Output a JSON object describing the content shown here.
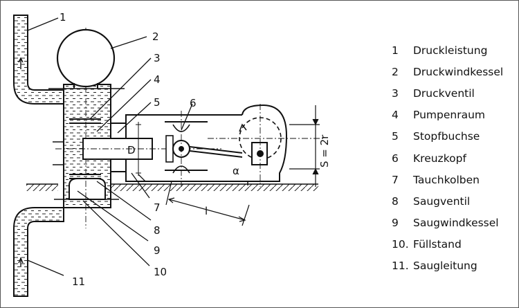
{
  "legend": [
    {
      "num": "1",
      "text": "Druckleistung"
    },
    {
      "num": "2",
      "text": "Druckwindkessel"
    },
    {
      "num": "3",
      "text": "Druckventil"
    },
    {
      "num": "4",
      "text": "Pumpenraum"
    },
    {
      "num": "5",
      "text": "Stopfbuchse"
    },
    {
      "num": "6",
      "text": "Kreuzkopf"
    },
    {
      "num": "7",
      "text": "Tauchkolben"
    },
    {
      "num": "8",
      "text": "Saugventil"
    },
    {
      "num": "9",
      "text": "Saugwindkessel"
    },
    {
      "num": "10.",
      "text": "Füllstand"
    },
    {
      "num": "11.",
      "text": "Saugleitung"
    }
  ],
  "callouts": {
    "c1": "1",
    "c2": "2",
    "c3": "3",
    "c4": "4",
    "c5": "5",
    "c6": "6",
    "c7": "7",
    "c8": "8",
    "c9": "9",
    "c10": "10",
    "c11": "11"
  },
  "diagram_labels": {
    "D": "D",
    "alpha": "α",
    "l": "l",
    "stroke": "S = 2r"
  },
  "colors": {
    "line": "#111111",
    "fill": "#ffffff"
  }
}
